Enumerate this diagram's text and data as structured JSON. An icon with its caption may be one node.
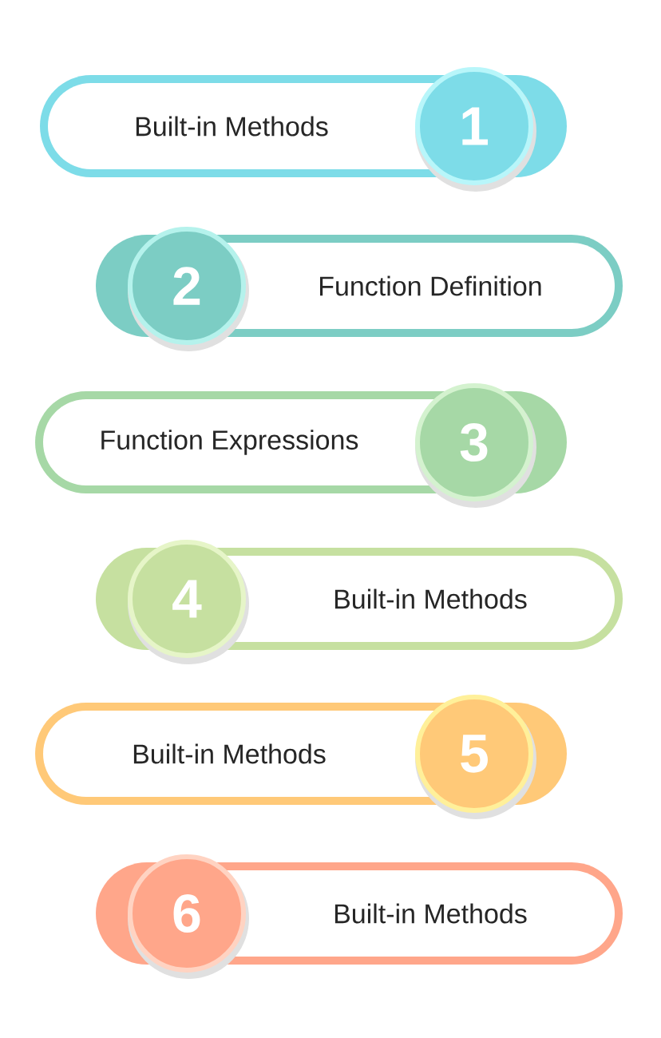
{
  "diagram": {
    "nodes": [
      {
        "text": [
          "Built-in Methods",
          "1"
        ]
      },
      {
        "text": [
          "2",
          "Function Definition"
        ]
      },
      {
        "text": [
          "Function Expressions",
          "3"
        ]
      },
      {
        "text": [
          "4",
          "Built-in Methods"
        ]
      },
      {
        "text": [
          "Built-in Methods",
          "5"
        ]
      },
      {
        "text": [
          "6",
          "Built-in Methods"
        ]
      }
    ]
  }
}
